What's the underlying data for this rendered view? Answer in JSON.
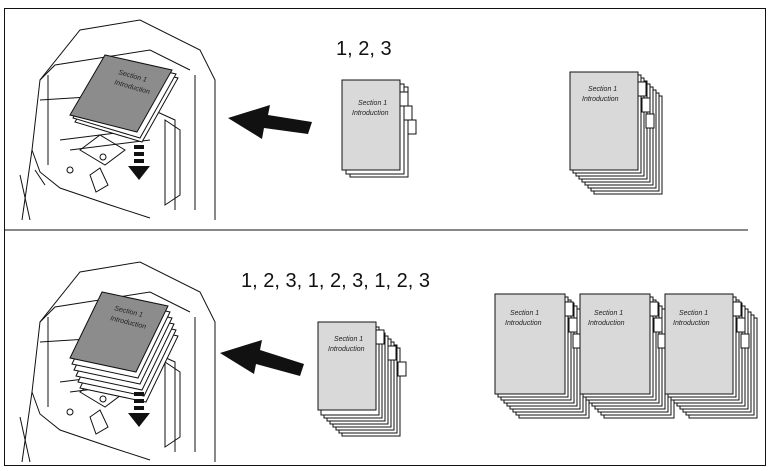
{
  "figure": {
    "top_panel": {
      "sequence_label": "1, 2, 3",
      "doc_title": "Section 1",
      "doc_subtitle": "Introduction"
    },
    "bottom_panel": {
      "sequence_label": "1, 2, 3, 1, 2, 3, 1, 2, 3",
      "doc_title": "Section 1",
      "doc_subtitle": "Introduction"
    }
  },
  "colors": {
    "line": "#111111",
    "paper": "#ffffff",
    "doc_fill": "#d9d9d9",
    "tray_stack_fill": "#8c8c8c"
  },
  "icons": [
    "tray-machine-icon",
    "insert-arrow-icon",
    "tab-stack-icon"
  ]
}
